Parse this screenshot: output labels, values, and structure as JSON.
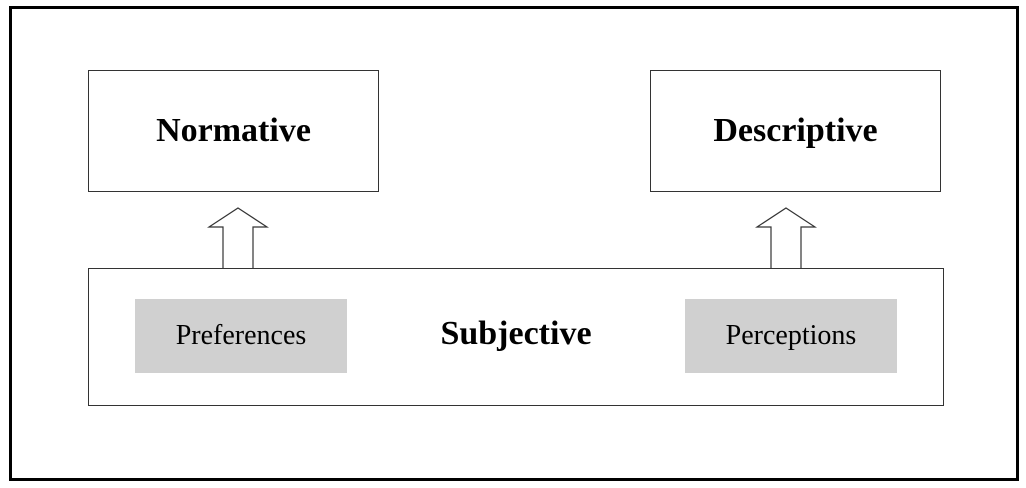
{
  "top_left_box": {
    "label": "Normative"
  },
  "top_right_box": {
    "label": "Descriptive"
  },
  "bottom_box": {
    "label": "Subjective",
    "left_item": "Preferences",
    "right_item": "Perceptions"
  },
  "colors": {
    "frame": "#000000",
    "box_border": "#333333",
    "item_fill": "#d0d0d0"
  },
  "arrows": [
    {
      "from": "Preferences",
      "to": "Normative",
      "direction": "up"
    },
    {
      "from": "Perceptions",
      "to": "Descriptive",
      "direction": "up"
    }
  ]
}
